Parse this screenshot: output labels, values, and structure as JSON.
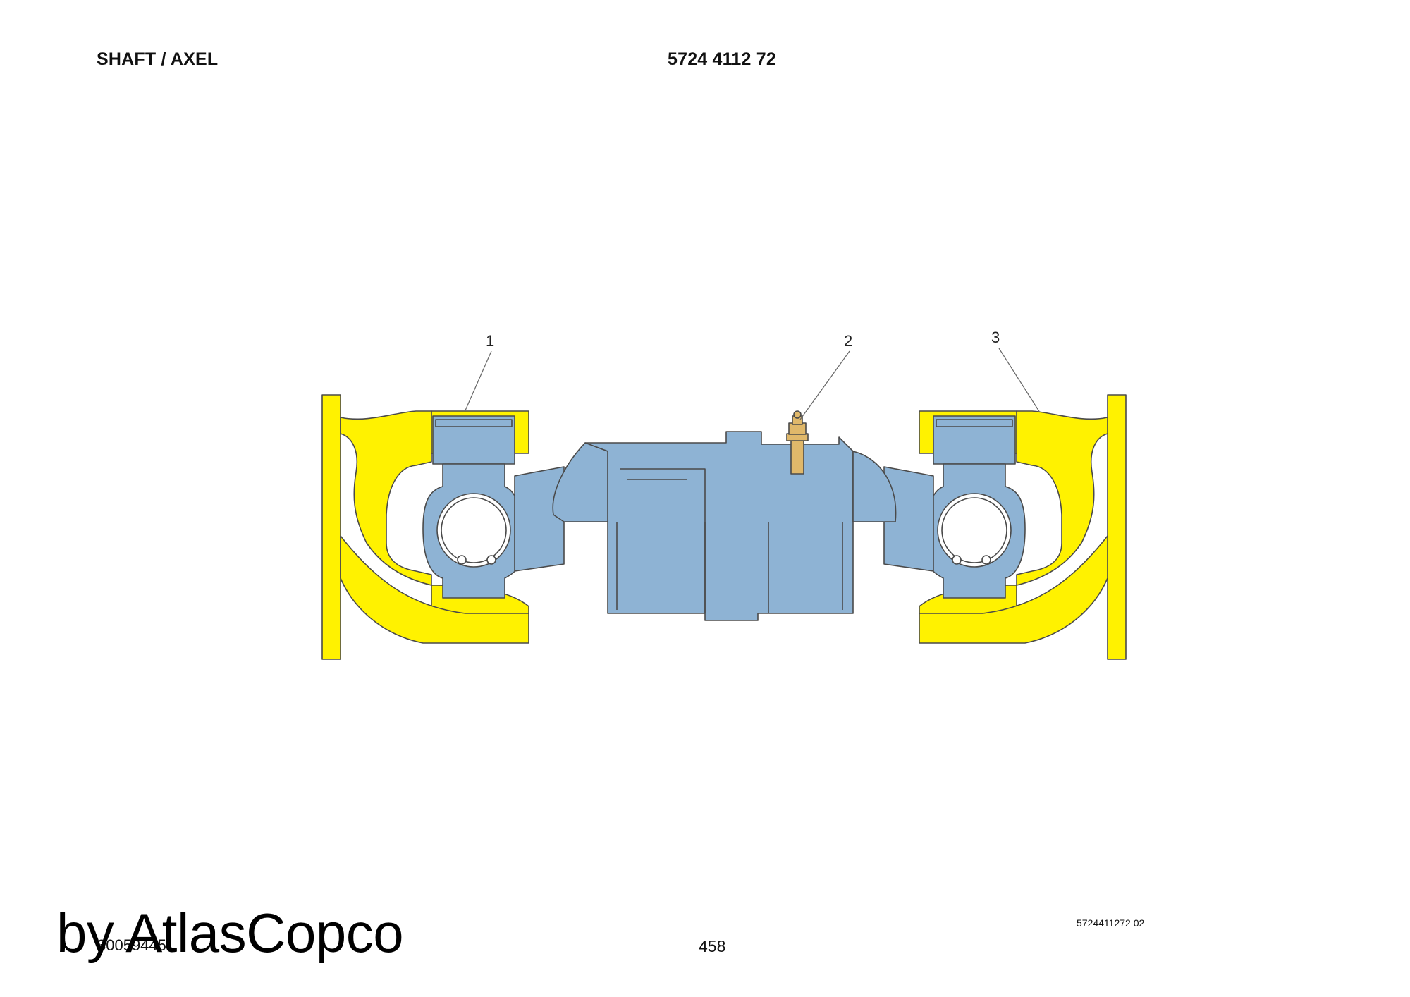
{
  "header": {
    "title": "SHAFT / AXEL",
    "part_number": "5724 4112 72"
  },
  "drawing": {
    "callouts": [
      "1",
      "2",
      "3"
    ],
    "colors": {
      "yoke": "#fff200",
      "body": "#8eb3d4",
      "outline": "#4a4a4a",
      "nipple": "#e0b86a"
    }
  },
  "footer": {
    "doc_id": "30059445",
    "page_number": "458",
    "drawing_ref": "5724411272 02",
    "watermark": "by AtlasCopco"
  }
}
